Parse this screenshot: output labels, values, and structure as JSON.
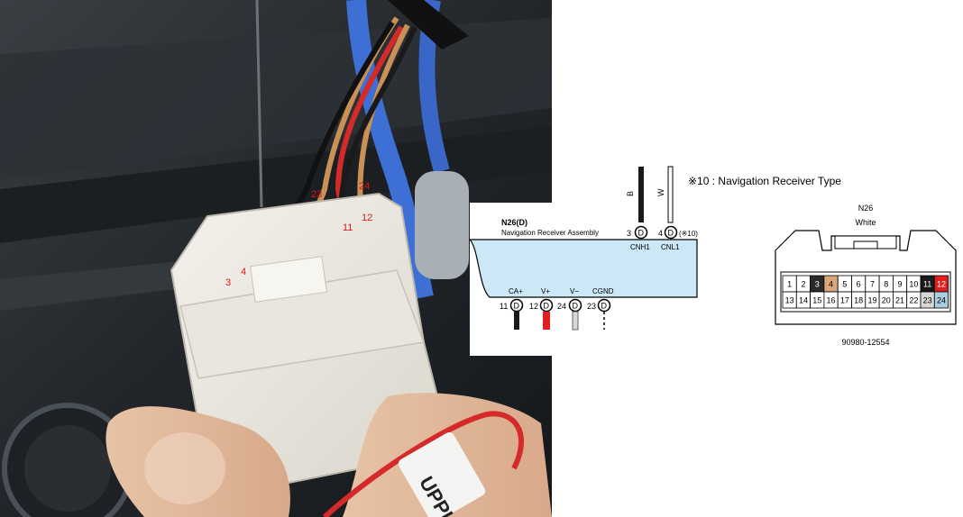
{
  "photo": {
    "pin_labels": [
      "23",
      "24",
      "12",
      "11",
      "4",
      "3"
    ],
    "sleeve_text": "UPPLY"
  },
  "note": "※10 : Navigation Receiver Type",
  "wiring": {
    "connector_id": "N26(D)",
    "connector_name": "Navigation Receiver Assembly",
    "top_wires": [
      {
        "color_code": "B",
        "pin": "3",
        "terminal": "D",
        "signal": "CNH1",
        "note": "",
        "color": "#1a1a1a"
      },
      {
        "color_code": "W",
        "pin": "4",
        "terminal": "D",
        "signal": "CNL1",
        "note": "(※10)",
        "color": "#ffffff"
      }
    ],
    "bottom_wires": [
      {
        "signal": "CA+",
        "pin": "11",
        "terminal": "D",
        "color": "#1a1a1a"
      },
      {
        "signal": "V+",
        "pin": "12",
        "terminal": "D",
        "color": "#e02020"
      },
      {
        "signal": "V−",
        "pin": "24",
        "terminal": "D",
        "color": "#d8d8d8"
      },
      {
        "signal": "CGND",
        "pin": "23",
        "terminal": "D",
        "color": "dashed"
      }
    ],
    "colors": {
      "box_fill": "#cce8f6",
      "box_stroke": "#000000"
    }
  },
  "pinout": {
    "connector": "N26",
    "housing_color": "White",
    "part_number": "90980-12554",
    "row1": [
      {
        "label": "1",
        "fill": "#ffffff"
      },
      {
        "label": "2",
        "fill": "#ffffff"
      },
      {
        "label": "3",
        "fill": "#2a2a2a"
      },
      {
        "label": "4",
        "fill": "#d9a77a"
      },
      {
        "label": "5",
        "fill": "#ffffff"
      },
      {
        "label": "6",
        "fill": "#ffffff"
      },
      {
        "label": "7",
        "fill": "#ffffff"
      },
      {
        "label": "8",
        "fill": "#ffffff"
      },
      {
        "label": "9",
        "fill": "#ffffff"
      },
      {
        "label": "10",
        "fill": "#ffffff"
      },
      {
        "label": "11",
        "fill": "#1a1a1a"
      },
      {
        "label": "12",
        "fill": "#e02020"
      }
    ],
    "row2": [
      {
        "label": "13",
        "fill": "#ffffff"
      },
      {
        "label": "14",
        "fill": "#ffffff"
      },
      {
        "label": "15",
        "fill": "#ffffff"
      },
      {
        "label": "16",
        "fill": "#ffffff"
      },
      {
        "label": "17",
        "fill": "#ffffff"
      },
      {
        "label": "18",
        "fill": "#ffffff"
      },
      {
        "label": "19",
        "fill": "#ffffff"
      },
      {
        "label": "20",
        "fill": "#ffffff"
      },
      {
        "label": "21",
        "fill": "#ffffff"
      },
      {
        "label": "22",
        "fill": "#ffffff"
      },
      {
        "label": "23",
        "fill": "#d8d8d8"
      },
      {
        "label": "24",
        "fill": "#a9cfe0"
      }
    ]
  }
}
